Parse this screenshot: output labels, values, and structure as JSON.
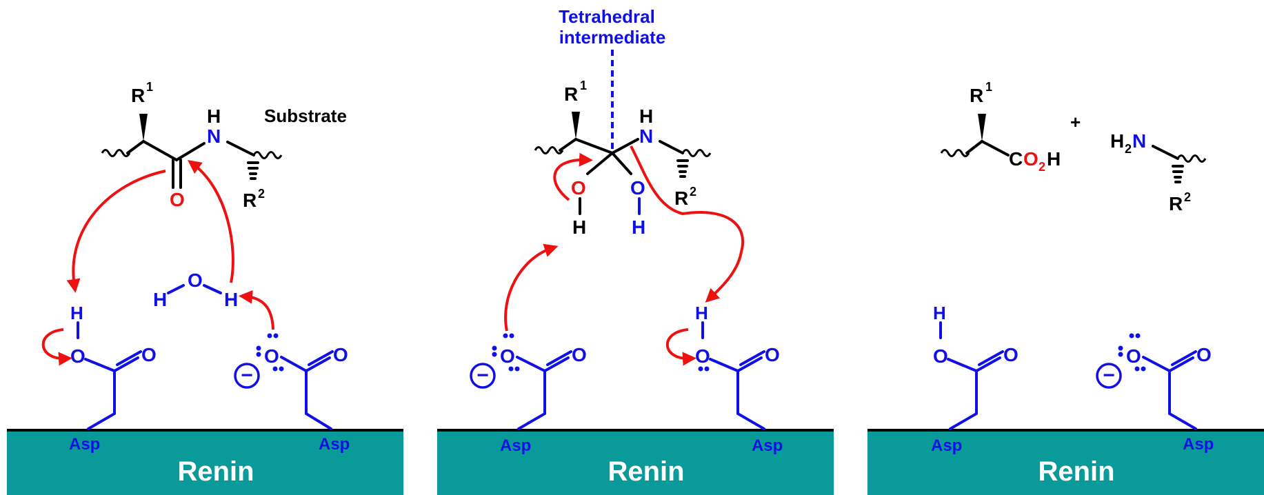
{
  "colors": {
    "enzyme": "#0a9a9a",
    "residue": "#1010e6",
    "arrow": "#ee1111",
    "bond": "#000000"
  },
  "labels": {
    "substrate": "Substrate",
    "tetrahedral_line1": "Tetrahedral",
    "tetrahedral_line2": "intermediate",
    "asp": "Asp",
    "renin": "Renin",
    "R": "R",
    "sup1": "1",
    "sup2": "2",
    "H": "H",
    "O": "O",
    "N": "N",
    "C": "C",
    "sub2": "2",
    "plus": "+",
    "minus": "−"
  },
  "panels": [
    {
      "enzyme": "Renin",
      "left_residue": "Asp",
      "right_residue": "Asp"
    },
    {
      "enzyme": "Renin",
      "left_residue": "Asp",
      "right_residue": "Asp"
    },
    {
      "enzyme": "Renin",
      "left_residue": "Asp",
      "right_residue": "Asp"
    }
  ]
}
